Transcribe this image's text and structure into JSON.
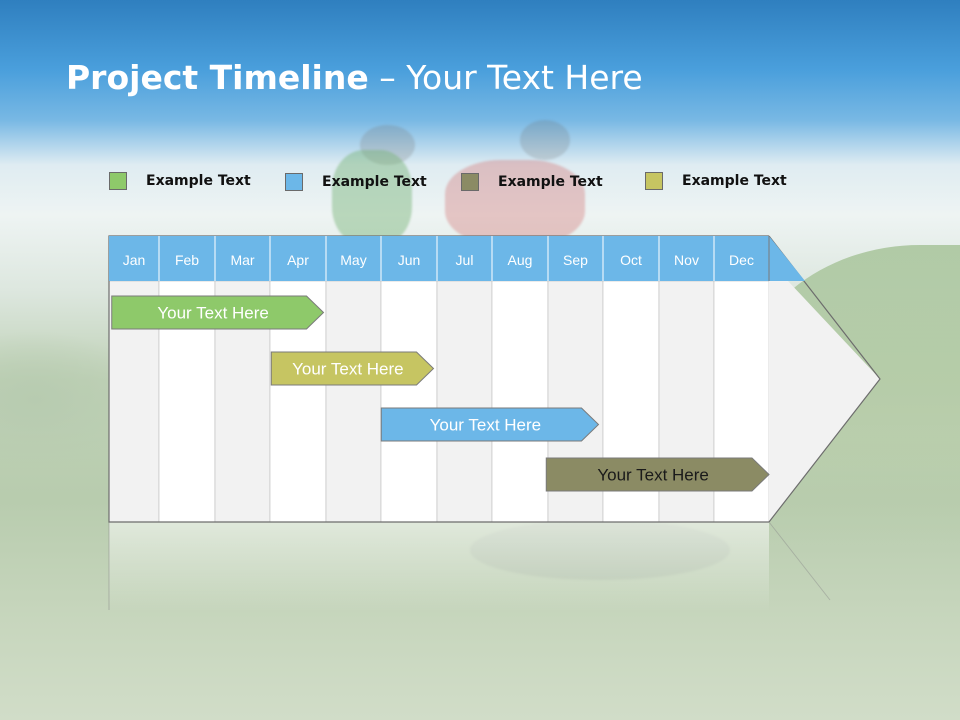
{
  "title": {
    "bold": "Project Timeline",
    "rest": " – Your Text Here"
  },
  "legend": [
    {
      "label": "Example Text",
      "color": "#8ec96a"
    },
    {
      "label": "Example Text",
      "color": "#6cb7e8"
    },
    {
      "label": "Example Text",
      "color": "#8b8b64"
    },
    {
      "label": "Example Text",
      "color": "#c6c562"
    }
  ],
  "timeline": {
    "months": [
      "Jan",
      "Feb",
      "Mar",
      "Apr",
      "May",
      "Jun",
      "Jul",
      "Aug",
      "Sep",
      "Oct",
      "Nov",
      "Dec"
    ],
    "colors": {
      "header": "#6cb7e8",
      "col_light": "#ffffff",
      "col_shade": "#f2f2f2",
      "border": "#9a9a9a"
    },
    "bars": [
      {
        "label": "Your  Text Here",
        "start": 0.05,
        "end": 3.9,
        "color": "#8ec96a",
        "text_color": "#ffffff"
      },
      {
        "label": "Your  Text Here",
        "start": 2.95,
        "end": 5.9,
        "color": "#c6c562",
        "text_color": "#ffffff"
      },
      {
        "label": "Your  Text Here",
        "start": 4.95,
        "end": 8.9,
        "color": "#6cb7e8",
        "text_color": "#ffffff"
      },
      {
        "label": "Your  Text Here",
        "start": 7.95,
        "end": 12.0,
        "color": "#8b8b64",
        "text_color": "#1a1a1a"
      }
    ]
  }
}
